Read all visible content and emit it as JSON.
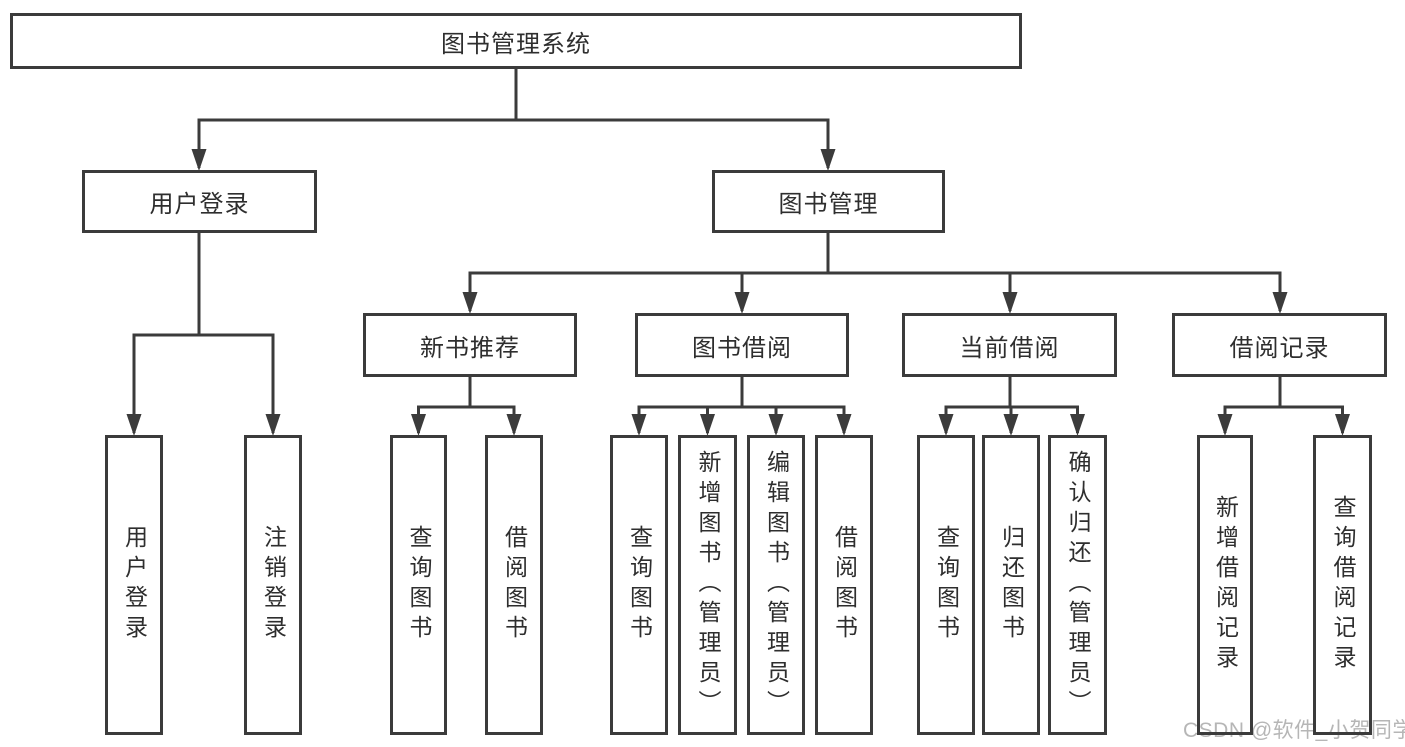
{
  "tree": {
    "label": "图书管理系统",
    "children": [
      {
        "label": "用户登录",
        "children": [
          {
            "label": "用户登录"
          },
          {
            "label": "注销登录"
          }
        ]
      },
      {
        "label": "图书管理",
        "children": [
          {
            "label": "新书推荐",
            "children": [
              {
                "label": "查询图书"
              },
              {
                "label": "借阅图书"
              }
            ]
          },
          {
            "label": "图书借阅",
            "children": [
              {
                "label": "查询图书"
              },
              {
                "label": "新增图书（管理员）"
              },
              {
                "label": "编辑图书（管理员）"
              },
              {
                "label": "借阅图书"
              }
            ]
          },
          {
            "label": "当前借阅",
            "children": [
              {
                "label": "查询图书"
              },
              {
                "label": "归还图书"
              },
              {
                "label": "确认归还（管理员）"
              }
            ]
          },
          {
            "label": "借阅记录",
            "children": [
              {
                "label": "新增借阅记录"
              },
              {
                "label": "查询借阅记录"
              }
            ]
          }
        ]
      }
    ]
  },
  "watermark": {
    "text": "CSDN @软件_小贺同学"
  },
  "colors": {
    "line": "#3b3b3b",
    "box_border": "#3b3b3b",
    "box_fill": "#ffffff",
    "text": "#2e2e2e",
    "watermark": "#b6b6b6",
    "background": "#ffffff"
  }
}
